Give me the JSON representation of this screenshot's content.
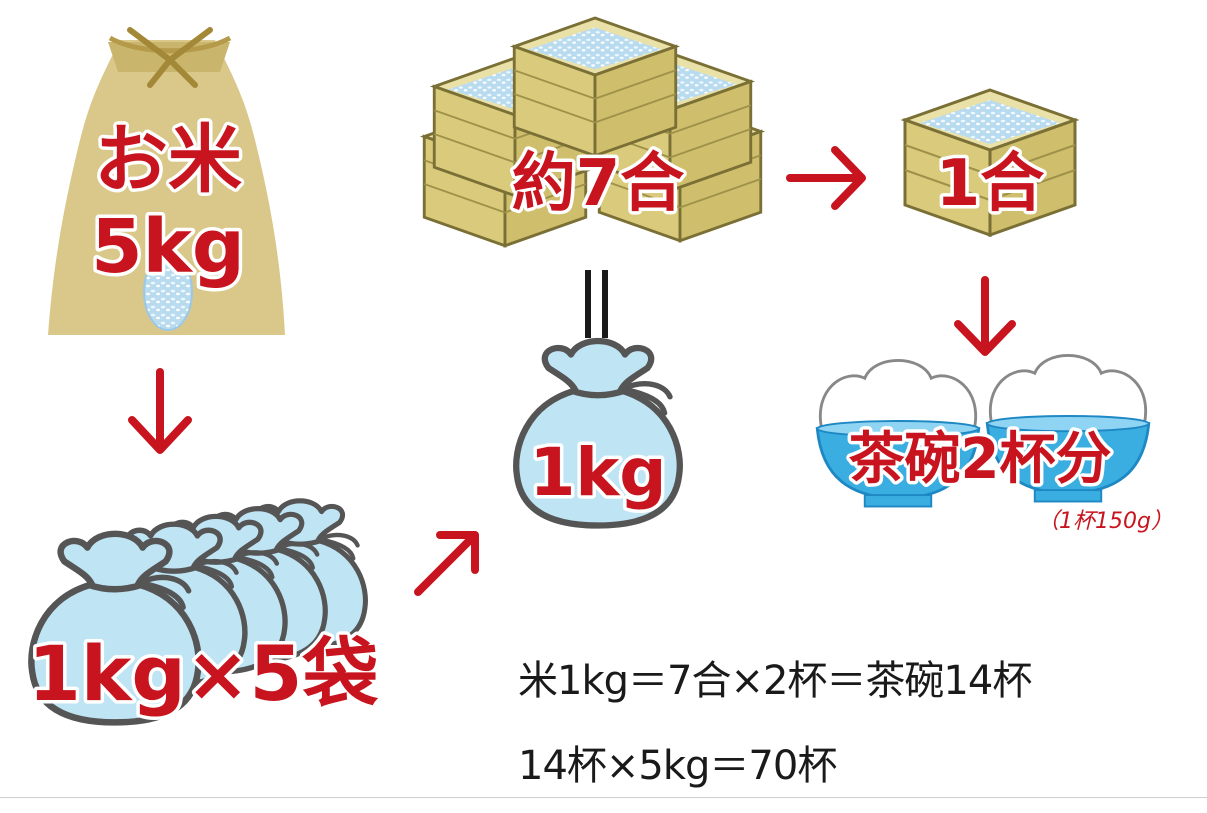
{
  "rice_sack": {
    "line1": "お米",
    "line2": "5kg"
  },
  "masu_group": {
    "label": "約7合"
  },
  "single_masu": {
    "label": "1合"
  },
  "equals_sign": "＝",
  "single_bag": {
    "label": "1kg"
  },
  "bags_row": {
    "label": "1kg×5袋"
  },
  "bowls": {
    "label": "茶碗2杯分",
    "note": "（1杯150g）"
  },
  "equations": [
    "米1kg＝7合×2杯＝茶碗14杯",
    "14杯×5kg＝70杯"
  ],
  "colors": {
    "accent_red": "#c8141e",
    "sack": "#d9c88a",
    "masu": "#dacb7c",
    "bag": "#bfe4f3",
    "outline": "#5a5a5a"
  }
}
